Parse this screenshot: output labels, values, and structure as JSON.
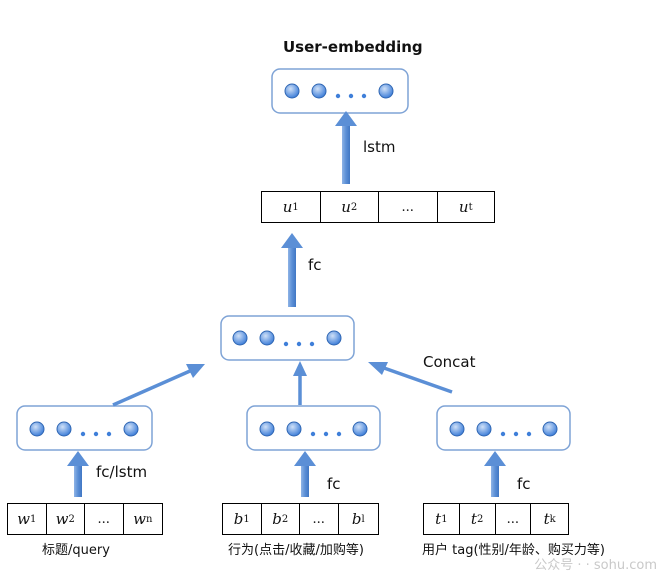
{
  "title": "User-embedding",
  "labels": {
    "lstm": "lstm",
    "fc_top": "fc",
    "concat": "Concat",
    "fc_lstm_left": "fc/lstm",
    "fc_mid": "fc",
    "fc_right": "fc"
  },
  "output_vector": {
    "cells": [
      {
        "base": "u",
        "sub": "1"
      },
      {
        "base": "u",
        "sub": "2"
      },
      {
        "base": "...",
        "sub": ""
      },
      {
        "base": "u",
        "sub": "t"
      }
    ]
  },
  "inputs": {
    "title_query": {
      "caption": "标题/query",
      "cells": [
        {
          "base": "w",
          "sub": "1"
        },
        {
          "base": "w",
          "sub": "2"
        },
        {
          "base": "...",
          "sub": ""
        },
        {
          "base": "w",
          "sub": "n"
        }
      ]
    },
    "behavior": {
      "caption": "行为(点击/收藏/加购等)",
      "cells": [
        {
          "base": "b",
          "sub": "1"
        },
        {
          "base": "b",
          "sub": "2"
        },
        {
          "base": "...",
          "sub": ""
        },
        {
          "base": "b",
          "sub": "l"
        }
      ]
    },
    "user_tag": {
      "caption": "用户 tag(性别/年龄、购买力等)",
      "cells": [
        {
          "base": "t",
          "sub": "1"
        },
        {
          "base": "t",
          "sub": "2"
        },
        {
          "base": "...",
          "sub": ""
        },
        {
          "base": "t",
          "sub": "k"
        }
      ]
    }
  },
  "watermark": "公众号 ·  · sohu.com",
  "colors": {
    "node_fill_light": "#cfe0f7",
    "node_fill_dark": "#3f7fd9",
    "node_stroke": "#2f66b3",
    "arrow": "#5b8fd6",
    "panel_border": "#7ea3d6"
  }
}
